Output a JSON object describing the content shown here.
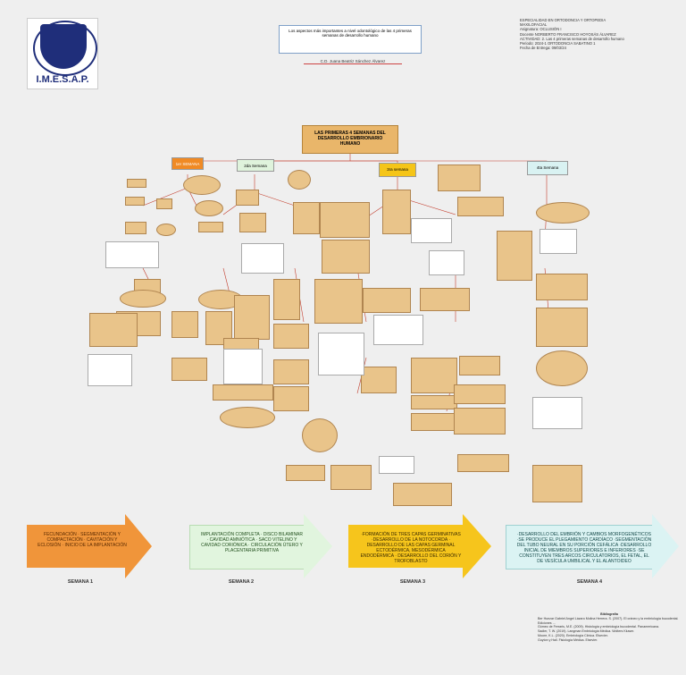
{
  "logo": {
    "text": "I.M.E.S.A.P."
  },
  "title": "Los aspectos más importantes a nivel odontológico de las 4 primeras semanas de desarrollo humano",
  "author": "C.D. Juana Beatriz Sánchez Álvarez",
  "info": [
    "ESPECIALIDAD EN ORTODONCIA Y ORTOPEDIA",
    "MAXILOFACIAL",
    "Asignatura: OCLUSIÓN I",
    "Docente NORBERTO FRANCISCO HOYOSÁS ÁLVAREZ",
    "ACTIVIDAD: 2. Las 4 primeras semanas de desarrollo humano",
    "Periodo: 2024-1     ORTODONCIA SABATINO 1",
    "Fecha de Entrega: 09/03/24"
  ],
  "main_title": "LAS PRIMERAS 4 SEMANAS DEL DESARROLLO EMBRIONARIO HUMANO",
  "week_headers": [
    "1er SEMANA",
    "2da Semana",
    "3ra semana",
    "4ta Semana"
  ],
  "colors": {
    "week1": "#f08a24",
    "week2": "#dff3dc",
    "week3": "#f5c518",
    "week4": "#d9f2f2",
    "node": "#e9c48a"
  },
  "arrows": [
    {
      "text": "FECUNDACIÓN  · SEGMENTACIÓN Y COMPACTACIÓN  · CAVITACIÓN Y ECLOSIÓN · INICIO DE LA IMPLANTACIÓN",
      "label": "SEMANA 1"
    },
    {
      "text": "IMPLANTACIÓN COMPLETA · DISCO BILAMINAR · CAVIDAD AMNIÓTICA · SACO VITELINO Y CAVIDAD CORIÓNICA · CIRCULACIÓN ÚTERO Y PLACENTARIA PRIMITIVA",
      "label": "SEMANA 2"
    },
    {
      "text": "·FORMACIÓN DE TRES CAPAS GERMINATIVAS ·DESARROLLO DE LA NOTOCORDA · DESARROLLO DE LAS CAPAS GERMINAL ECTODÉRMICA, MESODÉRMICA ENDODÉRMICA  · DESARROLLO DEL CORIÓN Y TROFOBLASTO",
      "label": "SEMANA 3"
    },
    {
      "text": "·DESARROLLO DEL EMBRIÓN Y CAMBIOS MORFOGENÉTICOS ·SE PRODUCE EL PLEGAMIENTO CARDÍACO ·SEGMENTACIÓN DEL TUBO NEURAL EN SU PORCIÓN CEFÁLICA ·DESARROLLO INICIAL DE MIEMBROS SUPERIORES E INFERIORES ·SE CONSTITUYEN TRES ARCOS CIRCULATORIOS, EL FETAL, EL DE VESÍCULA UMBILICAL Y EL ALANTOIDEO",
      "label": "SEMANA 4"
    }
  ],
  "biblio": {
    "heading": "Bibliografía",
    "entries": [
      "Ber Huezar Gabriel Angel Lázaro Molina Herrera. S. (2007). El cráneo y la embriología bucodental. Ediciones ...",
      "Gómez de Ferraris, M.E. (2009). Histología y embriología bucodental. Panamericana.",
      "Sadler, T. W. (2019). Langman Embriología Médica. Wolters Kluwer.",
      "Moore, K.L. (2020). Embriología Clínica. Elsevier.",
      "Guyton y Hall. Fisiología Médica. Elsevier."
    ]
  }
}
